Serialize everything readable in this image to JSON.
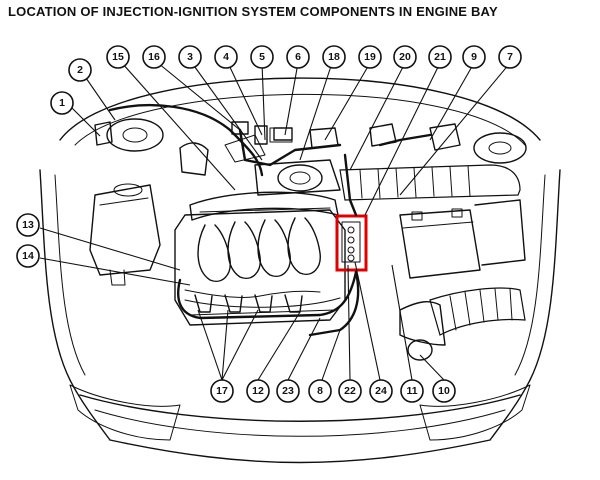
{
  "title": "LOCATION OF INJECTION-IGNITION SYSTEM COMPONENTS IN ENGINE BAY",
  "callouts": [
    "1",
    "2",
    "15",
    "16",
    "3",
    "4",
    "5",
    "6",
    "18",
    "19",
    "20",
    "21",
    "9",
    "7",
    "13",
    "14",
    "17",
    "12",
    "23",
    "8",
    "22",
    "24",
    "11",
    "10"
  ],
  "highlight_color": "#e00000"
}
